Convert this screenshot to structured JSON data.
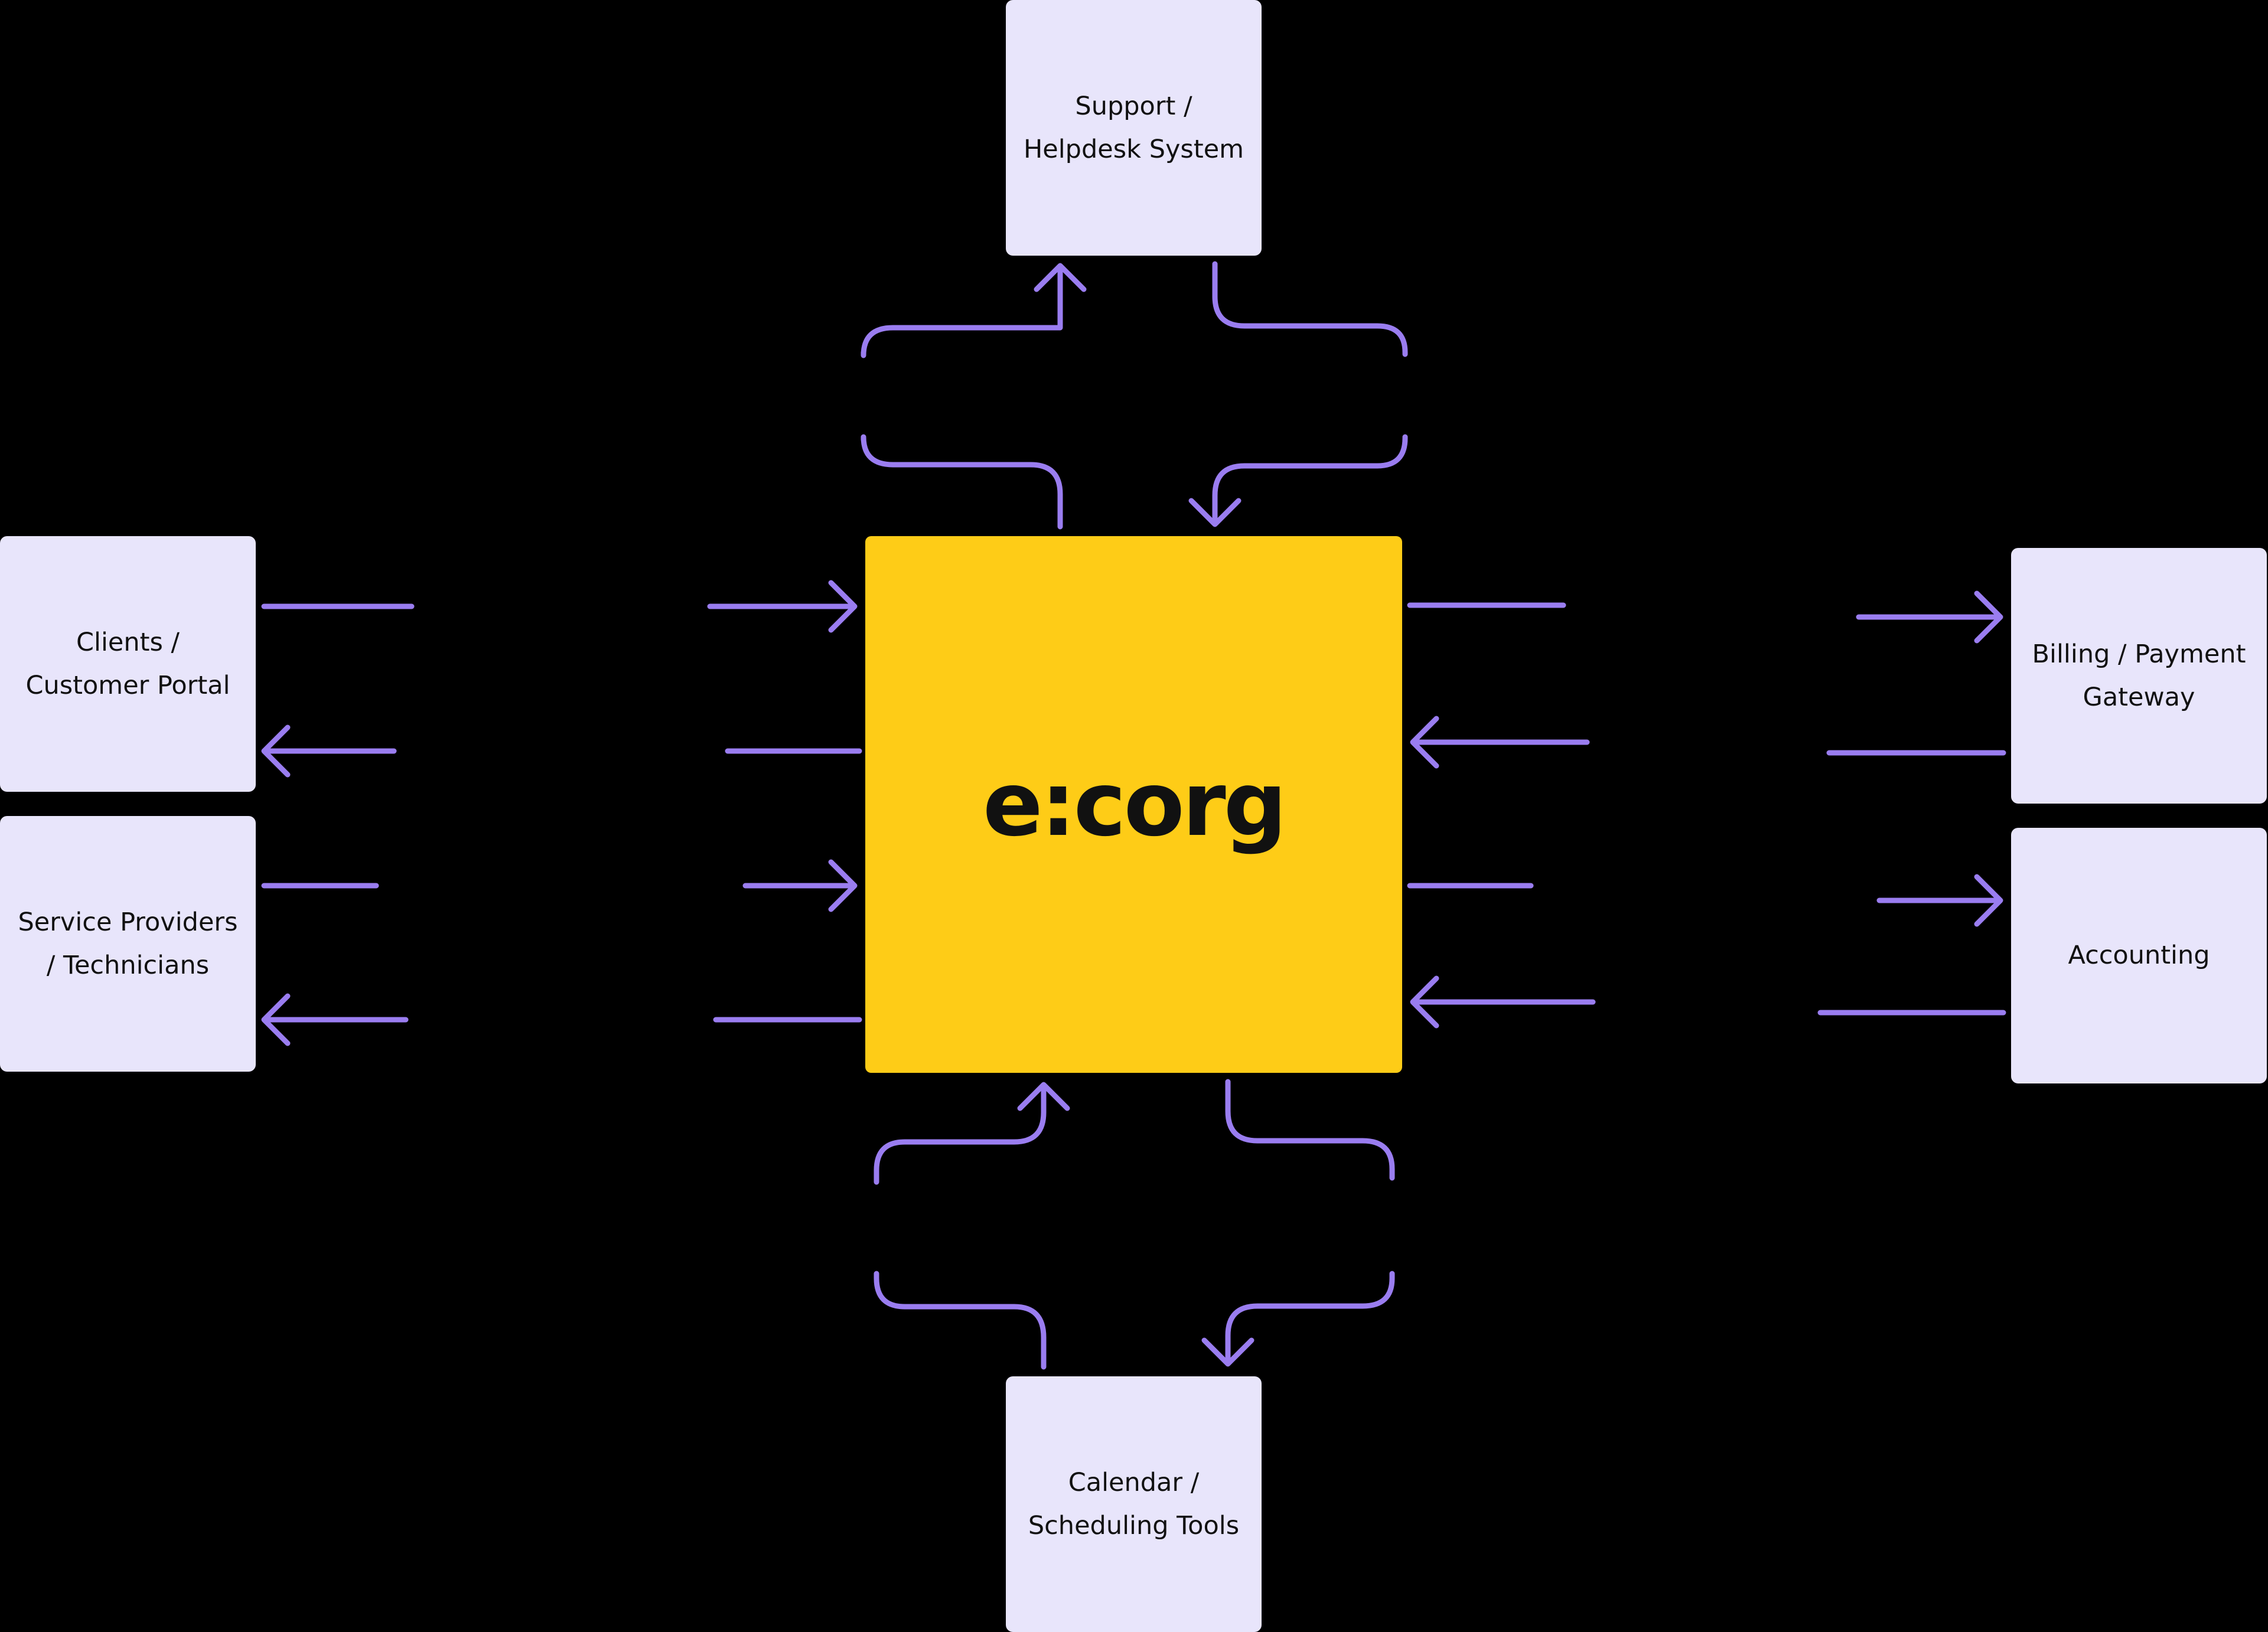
{
  "colors": {
    "background": "#000000",
    "box_fill": "#E8E5FB",
    "hub_fill": "#FECC17",
    "arrow": "#9A7DF0",
    "text": "#111111"
  },
  "hub": {
    "logo": "e:corg"
  },
  "systems": {
    "support": "Support /\nHelpdesk System",
    "clients": "Clients /\nCustomer Portal",
    "service_providers": "Service Providers\n/ Technicians",
    "billing": "Billing / Payment\nGateway",
    "accounting": "Accounting",
    "calendar": "Calendar /\nScheduling Tools"
  }
}
